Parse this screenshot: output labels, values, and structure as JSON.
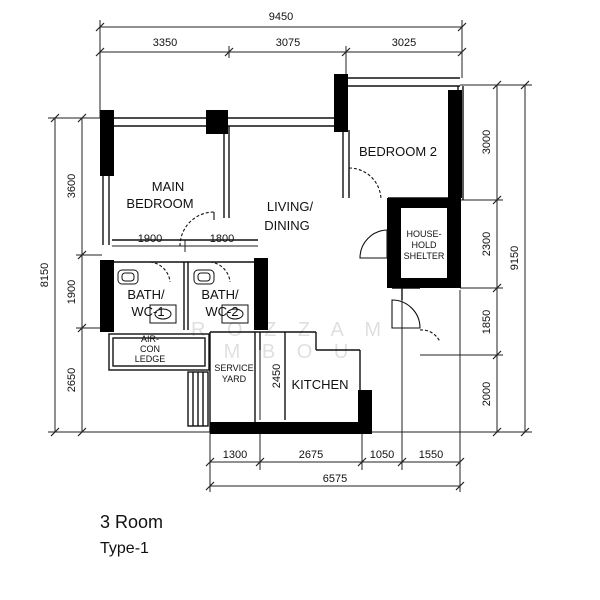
{
  "dimensions": {
    "top_total": "9450",
    "top_segments": [
      "3350",
      "3075",
      "3025"
    ],
    "left_total": "8150",
    "left_segments": [
      "3600",
      "1900",
      "2650"
    ],
    "right_total": "9150",
    "right_segments": [
      "3000",
      "2300",
      "1850",
      "2000"
    ],
    "bottom_total": "6575",
    "bottom_segments": [
      "1300",
      "2675",
      "1050",
      "1550"
    ],
    "bath_widths": [
      "1900",
      "1800"
    ],
    "service_yard": "2450"
  },
  "rooms": {
    "main_bedroom": [
      "MAIN",
      "BEDROOM"
    ],
    "living_dining": [
      "LIVING/",
      "DINING"
    ],
    "bedroom2": "BEDROOM 2",
    "household_shelter": [
      "HOUSE-",
      "HOLD",
      "SHELTER"
    ],
    "bath1": [
      "BATH/",
      "WC-1"
    ],
    "bath2": [
      "BATH/",
      "WC-2"
    ],
    "aircon_ledge": [
      "AIR-",
      "CON",
      "LEDGE"
    ],
    "service_yard": [
      "SERVICE",
      "YARD"
    ],
    "kitchen": "KITCHEN"
  },
  "watermark": [
    "R O Z Z A M",
    "M B O U"
  ],
  "caption": {
    "title": "3 Room",
    "subtitle": "Type-1"
  }
}
